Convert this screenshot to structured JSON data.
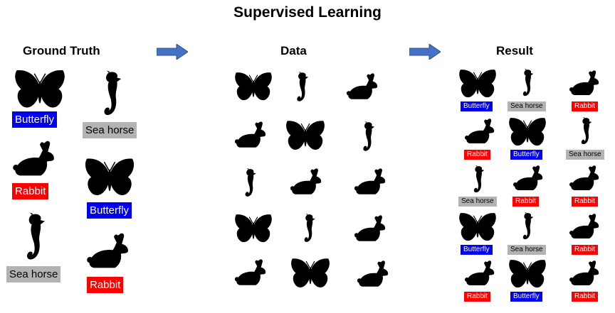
{
  "title": "Supervised Learning",
  "sections": {
    "ground_truth": "Ground Truth",
    "data": "Data",
    "result": "Result"
  },
  "labels": {
    "butterfly": "Butterfly",
    "seahorse": "Sea horse",
    "rabbit": "Rabbit"
  },
  "colors": {
    "butterfly": "#0000ee",
    "seahorse": "#b3b3b3",
    "rabbit": "#ff0000",
    "arrow": "#4472c4",
    "silhouette": "#000000"
  },
  "ground_truth_items": [
    {
      "animal": "butterfly",
      "label": "Butterfly"
    },
    {
      "animal": "seahorse",
      "label": "Sea horse"
    },
    {
      "animal": "rabbit",
      "label": "Rabbit"
    },
    {
      "animal": "butterfly",
      "label": "Butterfly"
    },
    {
      "animal": "seahorse",
      "label": "Sea horse"
    },
    {
      "animal": "rabbit",
      "label": "Rabbit"
    }
  ],
  "data_grid": [
    [
      "butterfly",
      "seahorse",
      "rabbit"
    ],
    [
      "rabbit",
      "butterfly",
      "seahorse"
    ],
    [
      "seahorse",
      "rabbit",
      "rabbit"
    ],
    [
      "butterfly",
      "seahorse",
      "rabbit"
    ],
    [
      "rabbit",
      "butterfly",
      "rabbit"
    ]
  ],
  "result_grid": [
    [
      {
        "animal": "butterfly",
        "label": "Butterfly"
      },
      {
        "animal": "seahorse",
        "label": "Sea horse"
      },
      {
        "animal": "rabbit",
        "label": "Rabbit"
      }
    ],
    [
      {
        "animal": "rabbit",
        "label": "Rabbit"
      },
      {
        "animal": "butterfly",
        "label": "Butterfly"
      },
      {
        "animal": "seahorse",
        "label": "Sea horse"
      }
    ],
    [
      {
        "animal": "seahorse",
        "label": "Sea horse"
      },
      {
        "animal": "rabbit",
        "label": "Rabbit"
      },
      {
        "animal": "rabbit",
        "label": "Rabbit"
      }
    ],
    [
      {
        "animal": "butterfly",
        "label": "Butterfly"
      },
      {
        "animal": "seahorse",
        "label": "Sea horse"
      },
      {
        "animal": "rabbit",
        "label": "Rabbit"
      }
    ],
    [
      {
        "animal": "rabbit",
        "label": "Rabbit"
      },
      {
        "animal": "butterfly",
        "label": "Butterfly"
      },
      {
        "animal": "rabbit",
        "label": "Rabbit"
      }
    ]
  ]
}
